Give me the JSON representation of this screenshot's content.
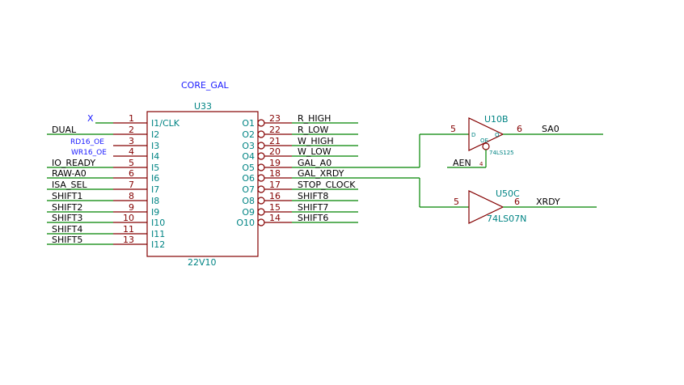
{
  "title": "CORE_GAL",
  "u33": {
    "ref": "U33",
    "value": "22V10",
    "left_pins": [
      {
        "num": "1",
        "name": "I1/CLK",
        "net": "X"
      },
      {
        "num": "2",
        "name": "I2",
        "net": "DUAL"
      },
      {
        "num": "3",
        "name": "I3",
        "net": "RD16_OE"
      },
      {
        "num": "4",
        "name": "I4",
        "net": "WR16_OE"
      },
      {
        "num": "5",
        "name": "I5",
        "net": "IO_READY"
      },
      {
        "num": "6",
        "name": "I6",
        "net": "RAW-A0"
      },
      {
        "num": "7",
        "name": "I7",
        "net": "ISA_SEL"
      },
      {
        "num": "8",
        "name": "I8",
        "net": "SHIFT1"
      },
      {
        "num": "9",
        "name": "I9",
        "net": "SHIFT2"
      },
      {
        "num": "10",
        "name": "I10",
        "net": "SHIFT3"
      },
      {
        "num": "11",
        "name": "I11",
        "net": "SHIFT4"
      },
      {
        "num": "13",
        "name": "I12",
        "net": "SHIFT5"
      }
    ],
    "right_pins": [
      {
        "num": "23",
        "name": "O1",
        "net": "R_HIGH"
      },
      {
        "num": "22",
        "name": "O2",
        "net": "R_LOW"
      },
      {
        "num": "21",
        "name": "O3",
        "net": "W_HIGH"
      },
      {
        "num": "20",
        "name": "O4",
        "net": "W_LOW"
      },
      {
        "num": "19",
        "name": "O5",
        "net": "GAL_A0"
      },
      {
        "num": "18",
        "name": "O6",
        "net": "GAL_XRDY"
      },
      {
        "num": "17",
        "name": "O7",
        "net": "STOP_CLOCK"
      },
      {
        "num": "16",
        "name": "O8",
        "net": "SHIFT8"
      },
      {
        "num": "15",
        "name": "O9",
        "net": "SHIFT7"
      },
      {
        "num": "14",
        "name": "O10",
        "net": "SHIFT6"
      }
    ]
  },
  "u10b": {
    "ref": "U10B",
    "value": "74LS125",
    "in_pin": "5",
    "out_pin": "6",
    "oe_pin": "4",
    "in_mark": "D",
    "out_mark": "O",
    "oe_mark": "OE",
    "out_net": "SA0",
    "oe_net": "AEN"
  },
  "u50c": {
    "ref": "U50C",
    "value": "74LS07N",
    "in_pin": "5",
    "out_pin": "6",
    "out_net": "XRDY"
  },
  "colors": {
    "wire": "#008400",
    "component": "#840000",
    "pin_name": "#008484",
    "net_label": "#000000",
    "hier_label": "#1a1aff"
  }
}
